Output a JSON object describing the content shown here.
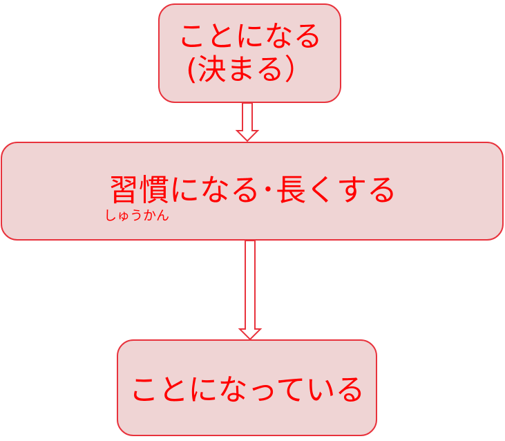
{
  "nodes": {
    "top": {
      "line1": "ことになる",
      "line2": "(決まる）"
    },
    "middle": {
      "text": "習慣になる･長くする",
      "reading": "しゅうかん"
    },
    "bottom": {
      "text": "ことになっている"
    }
  },
  "colors": {
    "box_fill": "#efd4d4",
    "box_border": "#e8323c",
    "text": "#ff0000",
    "arrow_fill": "#ffffff",
    "arrow_stroke": "#e8323c"
  }
}
